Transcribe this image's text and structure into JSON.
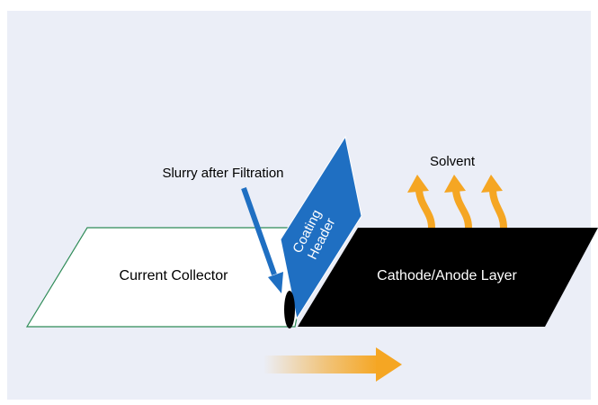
{
  "labels": {
    "current_collector": "Current Collector",
    "active_layer": "Cathode/Anode Layer",
    "slurry": "Slurry after Filtration",
    "solvent": "Solvent",
    "coating_header_line1": "Coating",
    "coating_header_line2": "Header"
  },
  "colors": {
    "background_panel": "#ebeef7",
    "collector_fill": "#ffffff",
    "collector_outline": "#2e8b57",
    "active_layer_fill": "#000000",
    "coating_header_fill": "#1f6fc2",
    "slurry_arrow": "#1f6fc2",
    "solvent_arrows": "#f5a623",
    "motion_arrow": "#f5a623"
  }
}
